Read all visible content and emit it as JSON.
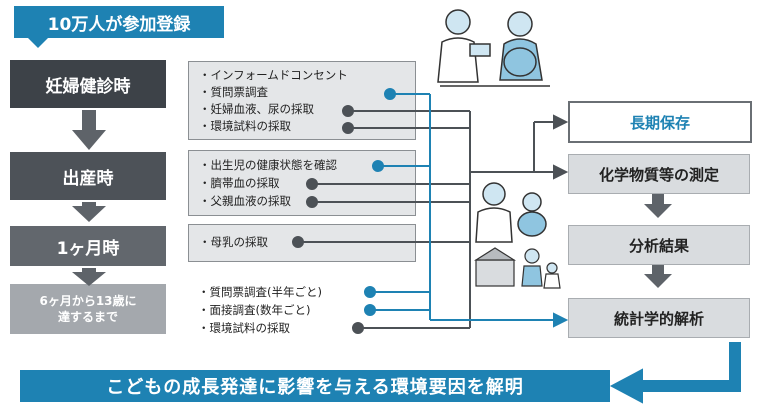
{
  "header": {
    "title": "10万人が参加登録"
  },
  "stages": [
    {
      "label": "妊婦健診時"
    },
    {
      "label": "出産時"
    },
    {
      "label": "1ヶ月時"
    },
    {
      "label_line1": "6ヶ月から13歳に",
      "label_line2": "達するまで"
    }
  ],
  "details": [
    {
      "items": [
        "・インフォームドコンセント",
        "・質問票調査",
        "・妊婦血液、尿の採取",
        "・環境試料の採取"
      ]
    },
    {
      "items": [
        "・出生児の健康状態を確認",
        "・臍帯血の採取",
        "・父親血液の採取"
      ]
    },
    {
      "items": [
        "・母乳の採取"
      ]
    },
    {
      "items": [
        "・質問票調査(半年ごと)",
        "・面接調査(数年ごと)",
        "・環境試料の採取"
      ]
    }
  ],
  "process": [
    {
      "label": "長期保存"
    },
    {
      "label": "化学物質等の測定"
    },
    {
      "label": "分析結果"
    },
    {
      "label": "統計学的解析"
    }
  ],
  "footer": {
    "conclusion": "こどもの成長発達に影響を与える環境要因を解明"
  },
  "colors": {
    "blue": "#1e82b3",
    "dark": "#3d4248",
    "line_gray": "#6a6f74"
  },
  "icons": [
    "doctor-patient-illustration",
    "doctor-baby-illustration",
    "family-school-illustration"
  ]
}
